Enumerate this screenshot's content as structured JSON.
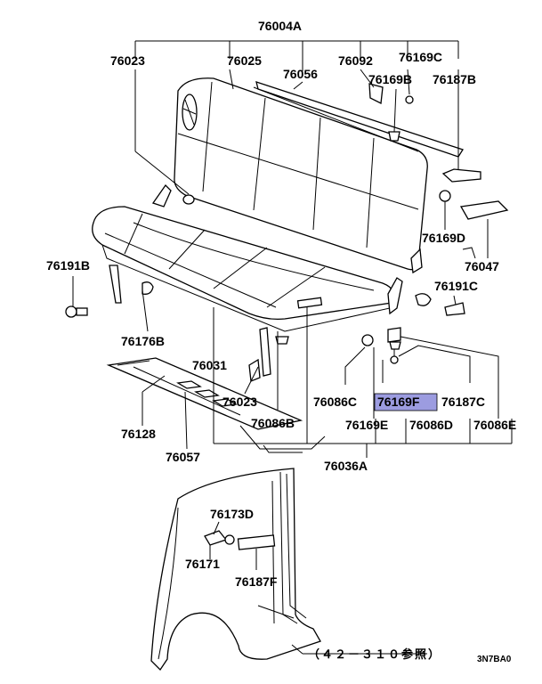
{
  "diagram": {
    "highlight_color": "#9c9ce0",
    "drawing_code": "3N7BA0",
    "reference_note": "（４２－３１０参照）",
    "labels": {
      "p76004A": "76004A",
      "p76023_top": "76023",
      "p76025": "76025",
      "p76056": "76056",
      "p76092": "76092",
      "p76169C": "76169C",
      "p76169B": "76169B",
      "p76187B": "76187B",
      "p76169D": "76169D",
      "p76047": "76047",
      "p76191C": "76191C",
      "p76191B": "76191B",
      "p76176B": "76176B",
      "p76031": "76031",
      "p76023_mid": "76023",
      "p76086B": "76086B",
      "p76086C": "76086C",
      "p76169F": "76169F",
      "p76187C": "76187C",
      "p76169E": "76169E",
      "p76086D": "76086D",
      "p76086E": "76086E",
      "p76128": "76128",
      "p76057": "76057",
      "p76036A": "76036A",
      "p76173D": "76173D",
      "p76171": "76171",
      "p76187F": "76187F"
    }
  }
}
